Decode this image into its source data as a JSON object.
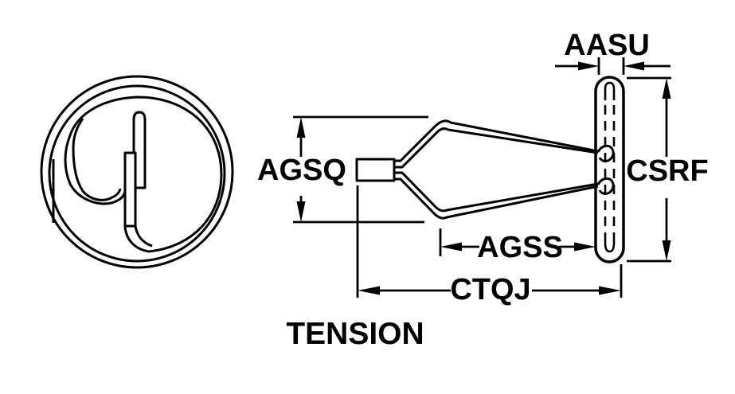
{
  "diagram": {
    "caption": "TENSION",
    "dimension_labels": {
      "bar_width": "AASU",
      "bar_height": "CSRF",
      "spring_opening_height": "AGSQ",
      "taper_length": "AGSS",
      "overall_length": "CTQJ"
    },
    "colors": {
      "line": "#000000",
      "background": "#ffffff"
    }
  }
}
